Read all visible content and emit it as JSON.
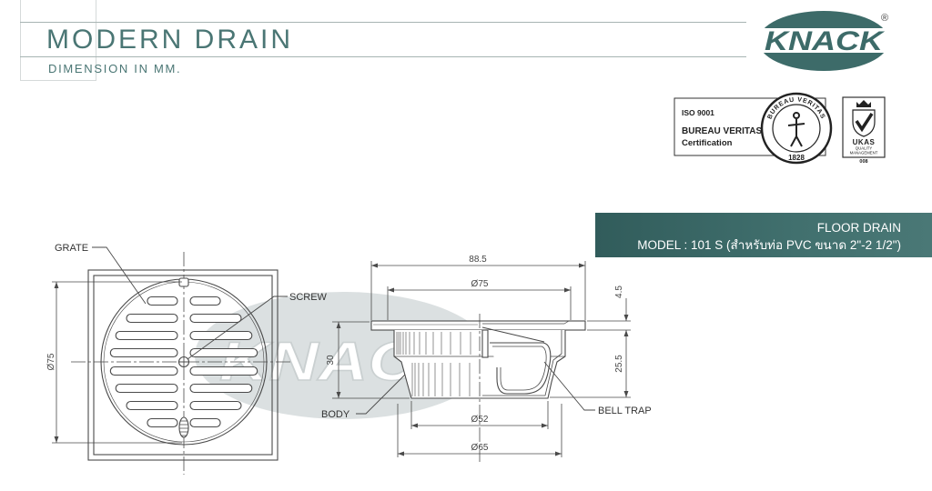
{
  "header": {
    "title": "MODERN DRAIN",
    "subtitle": "DIMENSION IN MM."
  },
  "brand": {
    "logo_text": "KNACK",
    "registered_mark": "®",
    "watermark_text": "KNACK"
  },
  "certification": {
    "standard": "ISO 9001",
    "body": "BUREAU VERITAS",
    "label": "Certification",
    "seal_text": "BUREAU VERITAS",
    "seal_year": "1828",
    "ukas": {
      "name": "UKAS",
      "line1": "QUALITY",
      "line2": "MANAGEMENT",
      "number": "008"
    }
  },
  "product": {
    "category": "FLOOR DRAIN",
    "model": "MODEL : 101 S (สำหรับท่อ PVC ขนาด 2\"-2 1/2\")"
  },
  "callouts": {
    "grate": "GRATE",
    "screw": "SCREW",
    "body": "BODY",
    "bell_trap": "BELL TRAP"
  },
  "dimensions": {
    "plan_grate_diameter": "Ø75",
    "overall_width": "88.5",
    "grate_diameter": "Ø75",
    "flange_thickness": "4.5",
    "body_height": "30",
    "trap_height": "25.5",
    "outlet_inner": "Ø52",
    "outlet_outer": "Ø65"
  },
  "colors": {
    "brand_teal": "#3d6b69",
    "banner": "#3f6968",
    "line": "#4a4a4a",
    "watermark": "#d0d6d7"
  }
}
